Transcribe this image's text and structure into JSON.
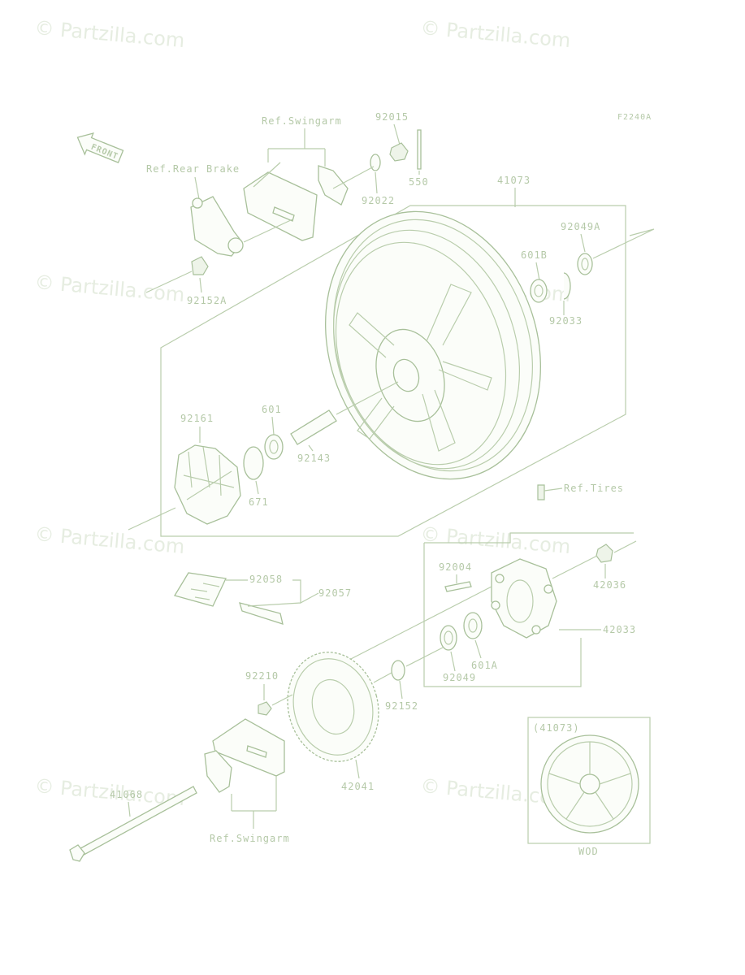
{
  "watermark": "© Partzilla.com",
  "figure_code": "F2240A",
  "front_label": "FRONT",
  "labels": {
    "ref_swingarm_top": "Ref.Swingarm",
    "ref_rear_brake": "Ref.Rear Brake",
    "p92015": "92015",
    "p550": "550",
    "p92022": "92022",
    "p41073": "41073",
    "p92049A": "92049A",
    "p601B": "601B",
    "p92033": "92033",
    "p92152A": "92152A",
    "p92161": "92161",
    "p601": "601",
    "p92143": "92143",
    "p671": "671",
    "ref_tires": "Ref.Tires",
    "p92058": "92058",
    "p92057": "92057",
    "p92004": "92004",
    "p42036": "42036",
    "p42033": "42033",
    "p92049": "92049",
    "p601A": "601A",
    "p92210": "92210",
    "p92152": "92152",
    "p42041": "42041",
    "p41068": "41068",
    "ref_swingarm_bottom": "Ref.Swingarm",
    "inset_title": "(41073)",
    "inset_caption": "WOD"
  },
  "colors": {
    "line": "#b9cdac",
    "text": "#b5c9a8",
    "watermark": "#e6ede1"
  }
}
